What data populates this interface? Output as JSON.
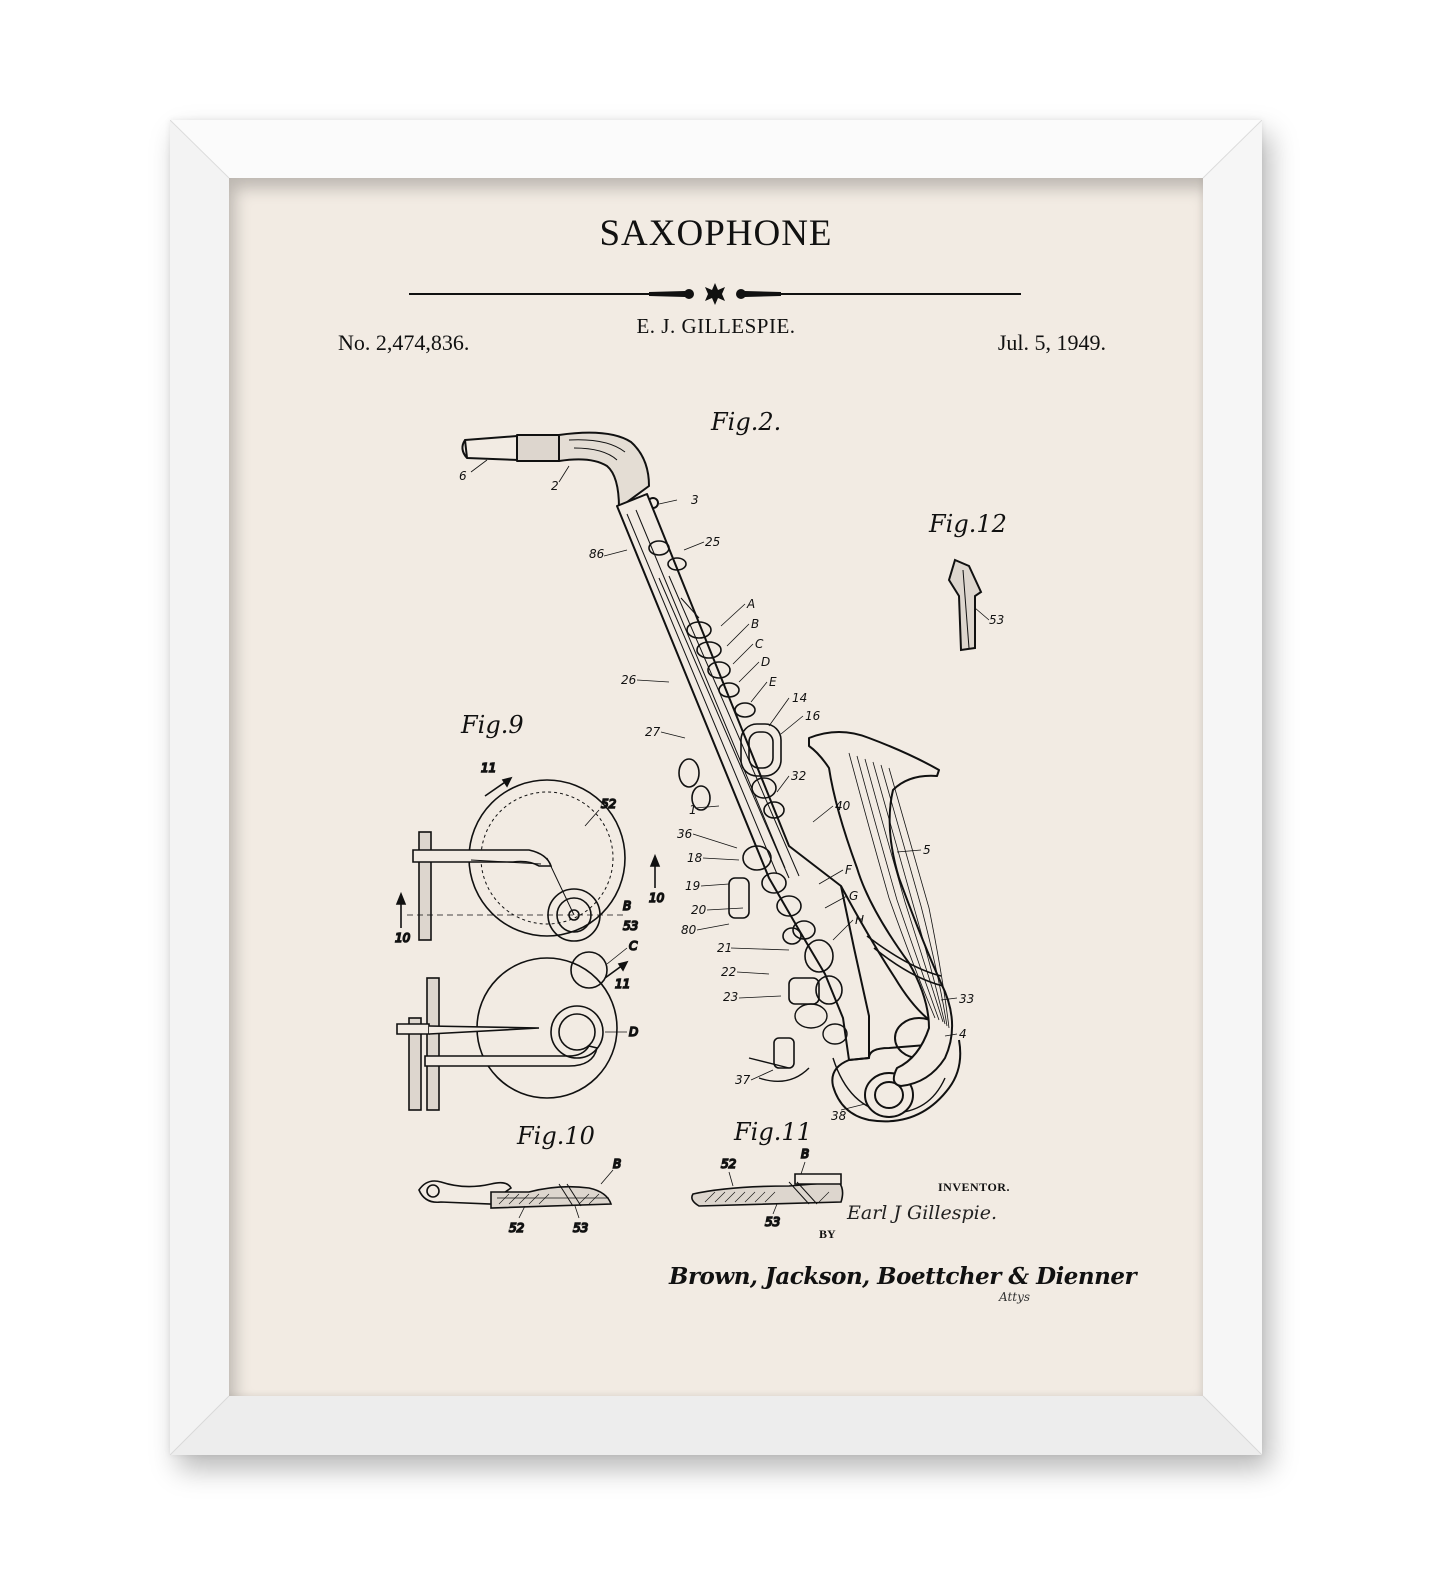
{
  "poster": {
    "title": "SAXOPHONE",
    "inventor": "E. J. GILLESPIE.",
    "patent_number": "No. 2,474,836.",
    "patent_date": "Jul. 5, 1949."
  },
  "figures": {
    "fig2": "Fig.2.",
    "fig9": "Fig.9",
    "fig10": "Fig.10",
    "fig11": "Fig.11",
    "fig12": "Fig.12"
  },
  "signature": {
    "inventor_label": "INVENTOR.",
    "inventor_signature": "Earl J Gillespie.",
    "by_label": "BY",
    "attorney_signature": "Brown, Jackson, Boettcher & Dienner",
    "attys": "Attys"
  },
  "colors": {
    "paper": "#f2ebe3",
    "ink": "#111111",
    "frame": "#ffffff"
  }
}
